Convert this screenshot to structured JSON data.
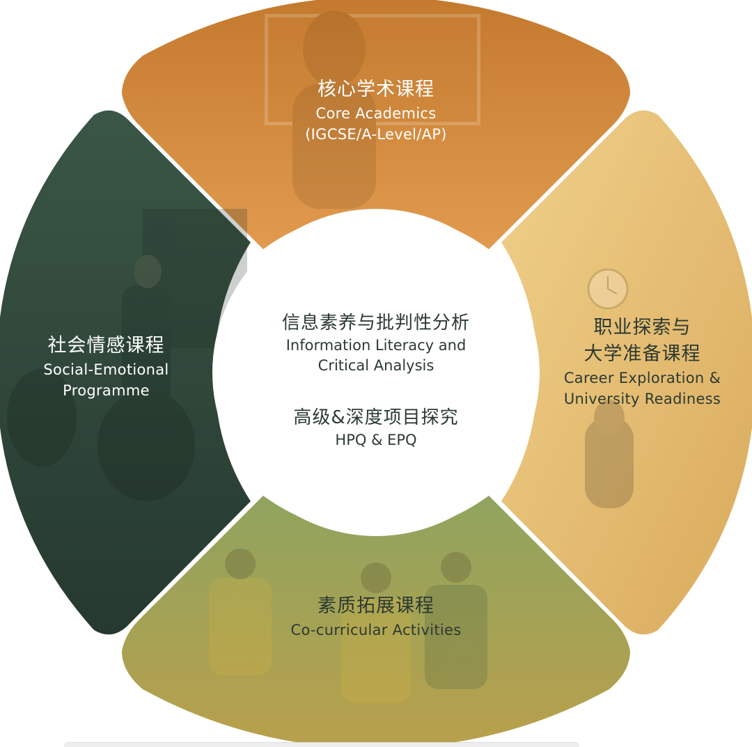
{
  "colors": {
    "top": "#d08a3e",
    "right": "#e8c27a",
    "bottom": "#93a35a",
    "left": "#2f4a3c",
    "center": "#ffffff"
  },
  "segments": {
    "top": {
      "zh": "核心学术课程",
      "en1": "Core Academics",
      "en2": "(IGCSE/A-Level/AP)"
    },
    "right": {
      "zh1": "职业探索与",
      "zh2": "大学准备课程",
      "en1": "Career Exploration &",
      "en2": "University  Readiness"
    },
    "bottom": {
      "zh": "素质拓展课程",
      "en1": "Co-curricular Activities"
    },
    "left": {
      "zh": "社会情感课程",
      "en1": "Social-Emotional",
      "en2": "Programme"
    }
  },
  "center": {
    "item1": {
      "zh": "信息素养与批判性分析",
      "en1": "Information Literacy and",
      "en2": "Critical Analysis"
    },
    "item2": {
      "zh": "高级&深度项目探究",
      "en1": "HPQ & EPQ"
    }
  }
}
